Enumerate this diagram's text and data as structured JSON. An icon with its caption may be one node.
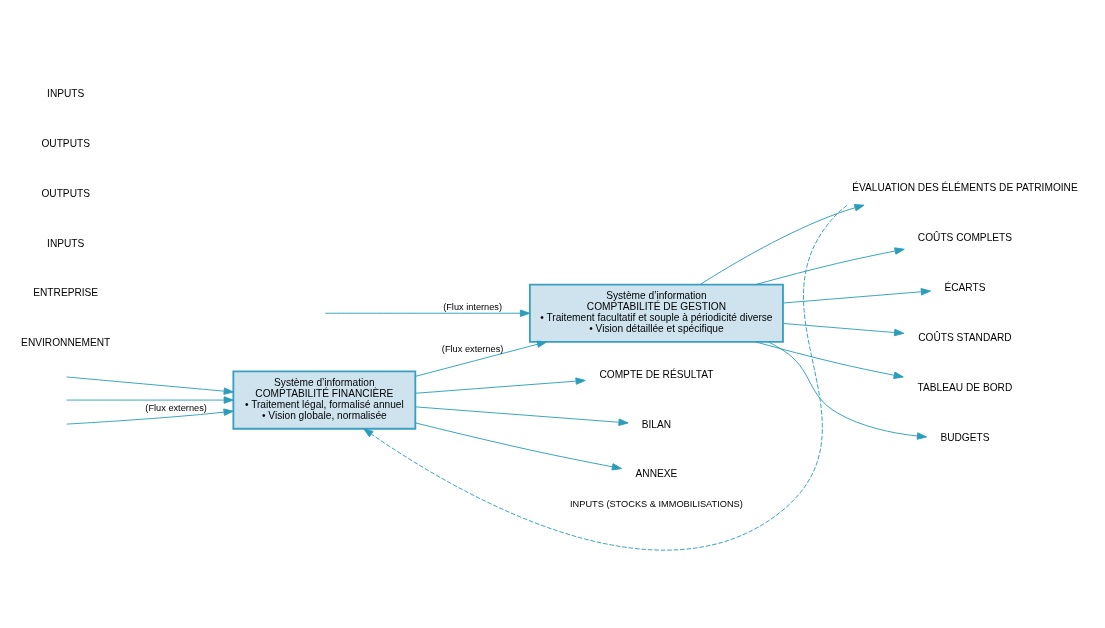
{
  "diagram": {
    "nodes": [
      {
        "text": [
          "Système d’information",
          "COMPTABILITÉ FINANCIÈRE",
          "• Traitement légal, formalisé annuel",
          "• Vision globale, normalisée"
        ]
      },
      {
        "text": [
          "COMPTE DE RÉSULTAT"
        ]
      },
      {
        "text": [
          "BILAN"
        ]
      },
      {
        "text": [
          "ANNEXE"
        ]
      },
      {
        "text": [
          "Système d’information",
          "COMPTABILITÉ DE GESTION",
          "• Traitement facultatif et souple à périodicité diverse",
          "• Vision détaillée et spécifique"
        ]
      },
      {
        "text": [
          "ÉVALUATION DES ÉLÉMENTS DE PATRIMOINE"
        ]
      },
      {
        "text": [
          "COÛTS COMPLETS"
        ]
      },
      {
        "text": [
          "ÉCARTS"
        ]
      },
      {
        "text": [
          "COÛTS STANDARD"
        ]
      },
      {
        "text": [
          "TABLEAU DE BORD"
        ]
      },
      {
        "text": [
          "BUDGETS"
        ]
      }
    ],
    "edges": [
      {
        "from": null,
        "to": 0,
        "arrow": "to"
      },
      {
        "from": null,
        "to": 0,
        "arrow": "to"
      },
      {
        "from": null,
        "to": 0,
        "arrow": "to",
        "label": "(Flux externes)"
      },
      {
        "from": 5,
        "to": 0,
        "arrow": "to",
        "style": "dashed",
        "label": "INPUTS (STOCKS & IMMOBILISATIONS)"
      },
      {
        "from": 0,
        "to": 1,
        "arrow": "to"
      },
      {
        "from": 0,
        "to": 2,
        "arrow": "to"
      },
      {
        "from": 0,
        "to": 3,
        "arrow": "to"
      },
      {
        "from": 0,
        "to": 4,
        "arrow": "to",
        "label": "(Flux externes)"
      },
      {
        "from": null,
        "to": 4,
        "arrow": "to",
        "label": "(Flux internes)"
      },
      {
        "from": 4,
        "to": 5,
        "arrow": "to"
      },
      {
        "from": 4,
        "to": 6,
        "arrow": "to"
      },
      {
        "from": 4,
        "to": 7,
        "arrow": "to"
      },
      {
        "from": 4,
        "to": 8,
        "arrow": "to"
      },
      {
        "from": 4,
        "to": 9,
        "arrow": "to"
      },
      {
        "from": 4,
        "to": 10,
        "arrow": "to"
      }
    ],
    "labels": [
      "ENVIRONNEMENT",
      "ENTREPRISE",
      "INPUTS",
      "OUTPUTS",
      "OUTPUTS",
      "INPUTS"
    ]
  }
}
